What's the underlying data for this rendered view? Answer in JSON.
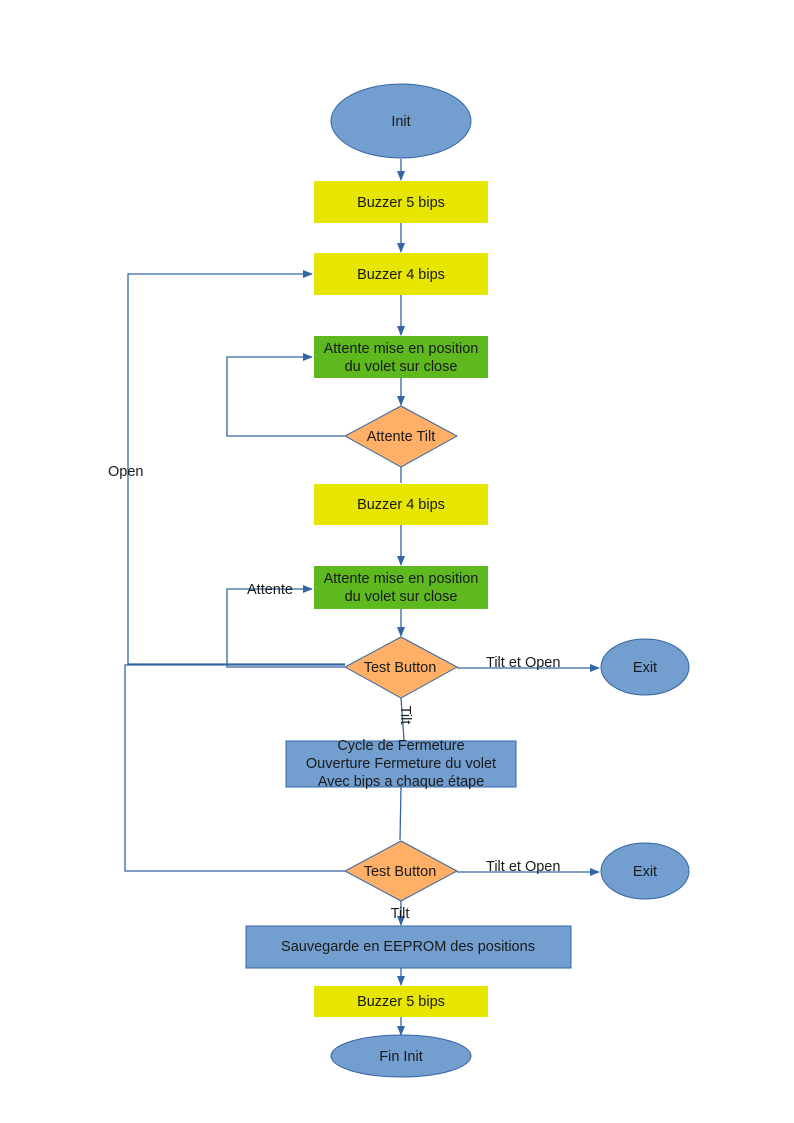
{
  "colors": {
    "ellipse_fill": "#729fcf",
    "ellipse_stroke": "#3465a4",
    "yellow_fill": "#e6e600",
    "green_fill": "#5eb91e",
    "orange_fill": "#ffb066",
    "orange_stroke": "#3465a4",
    "blue_box_fill": "#729fcf",
    "connector": "#3465a4"
  },
  "nodes": {
    "init": "Init",
    "buzzer5_top": "Buzzer 5 bips",
    "buzzer4_a": "Buzzer 4 bips",
    "wait_close_a": [
      "Attente mise en position",
      "du volet sur close"
    ],
    "attente_tilt": "Attente Tilt",
    "buzzer4_b": "Buzzer 4 bips",
    "wait_close_b": [
      "Attente mise en position",
      "du volet sur close"
    ],
    "test_button_1": "Test Button",
    "exit_1": "Exit",
    "cycle": [
      "Cycle de Fermeture",
      "Ouverture Fermeture du volet",
      "Avec bips a chaque étape"
    ],
    "test_button_2": "Test Button",
    "exit_2": "Exit",
    "save": "Sauvegarde en EEPROM des positions",
    "buzzer5_bottom": "Buzzer 5 bips",
    "fin_init": "Fin Init"
  },
  "edge_labels": {
    "open": "Open",
    "attente": "Attente",
    "tilt_open_1": "Tilt et Open",
    "tilt_1": "Tilt",
    "tilt_open_2": "Tilt et Open",
    "tilt_2": "Tilt"
  }
}
